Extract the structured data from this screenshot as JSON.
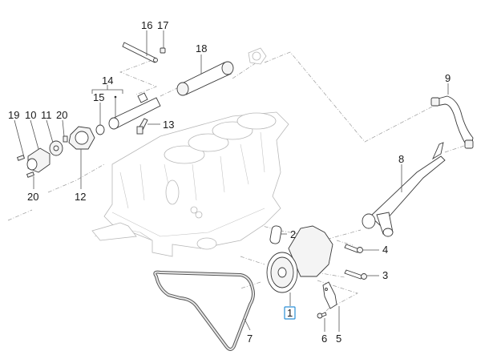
{
  "diagram": {
    "title": "Engine block cooling system exploded view",
    "highlight_color": "#2a8fd6",
    "selected_part": "1",
    "callouts": {
      "c1": "1",
      "c2": "2",
      "c3": "3",
      "c4": "4",
      "c5": "5",
      "c6": "6",
      "c7": "7",
      "c8": "8",
      "c9": "9",
      "c10": "10",
      "c11": "11",
      "c12": "12",
      "c13": "13",
      "c14": "14",
      "c15": "15",
      "c16": "16",
      "c17": "17",
      "c18": "18",
      "c19": "19",
      "c20a": "20",
      "c20b": "20"
    },
    "parts": [
      {
        "ref": "1",
        "name": "water-pump"
      },
      {
        "ref": "2",
        "name": "gasket"
      },
      {
        "ref": "3",
        "name": "bolt"
      },
      {
        "ref": "4",
        "name": "bolt"
      },
      {
        "ref": "5",
        "name": "bracket"
      },
      {
        "ref": "6",
        "name": "bolt"
      },
      {
        "ref": "7",
        "name": "drive-belt"
      },
      {
        "ref": "8",
        "name": "coolant-pipe"
      },
      {
        "ref": "9",
        "name": "hose"
      },
      {
        "ref": "10",
        "name": "thermostat-cover"
      },
      {
        "ref": "11",
        "name": "thermostat"
      },
      {
        "ref": "12",
        "name": "thermostat-housing"
      },
      {
        "ref": "13",
        "name": "temperature-sensor"
      },
      {
        "ref": "14",
        "name": "pipe-assembly"
      },
      {
        "ref": "15",
        "name": "o-ring"
      },
      {
        "ref": "16",
        "name": "bracket"
      },
      {
        "ref": "17",
        "name": "bolt"
      },
      {
        "ref": "18",
        "name": "hose"
      },
      {
        "ref": "19",
        "name": "bolt"
      },
      {
        "ref": "20",
        "name": "bolt"
      }
    ]
  }
}
